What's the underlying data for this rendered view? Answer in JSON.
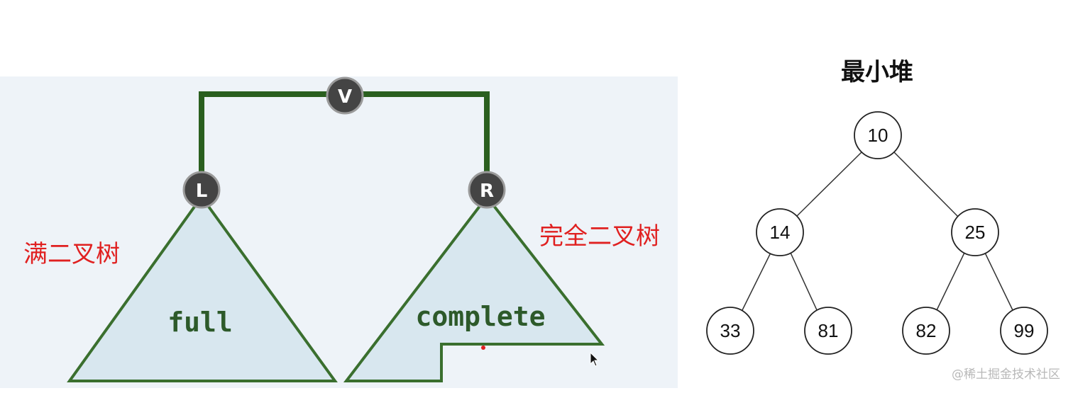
{
  "binary_tree": {
    "root_label": "V",
    "left_label": "L",
    "right_label": "R",
    "left_subtree_text": "full",
    "right_subtree_text": "complete",
    "left_caption": "满二叉树",
    "right_caption": "完全二叉树"
  },
  "heap": {
    "title": "最小堆",
    "nodes": [
      "10",
      "14",
      "25",
      "33",
      "81",
      "82",
      "99"
    ]
  },
  "watermark": "@稀土掘金技术社区",
  "colors": {
    "tree_line": "#2a5f1f",
    "triangle_fill": "#d8e7ef",
    "triangle_stroke": "#3a6f2e",
    "node_fill": "#444444",
    "caption_red": "#e02020"
  }
}
